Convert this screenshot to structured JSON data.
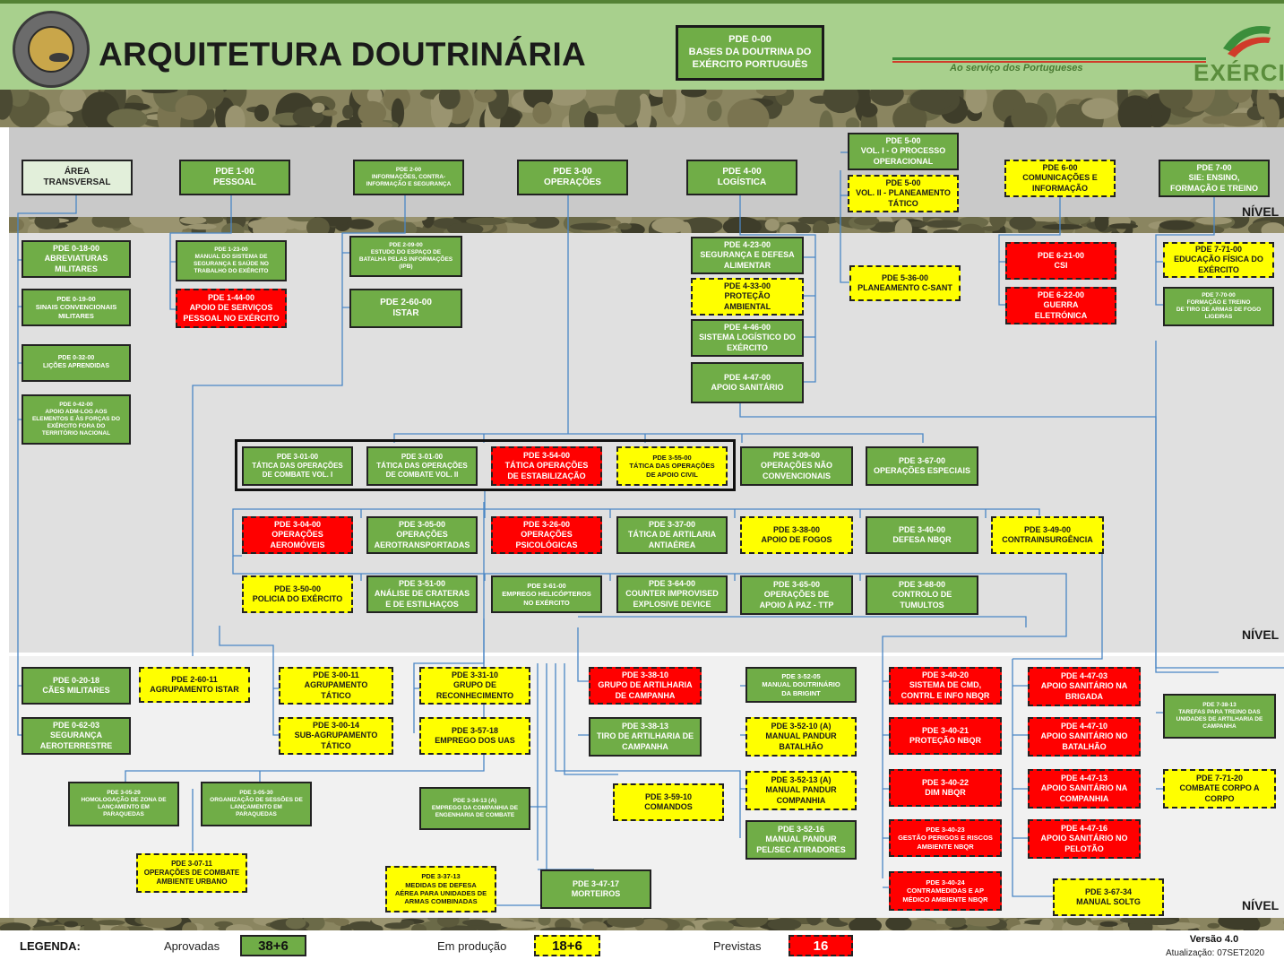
{
  "header": {
    "title": "ARQUITETURA DOUTRINÁRIA",
    "main_pde": "PDE 0-00\nBASES DA DOUTRINA DO\nEXÉRCITO PORTUGUÊS",
    "tagline": "Ao serviço dos Portugueses",
    "brand": "EXÉRCITO",
    "emblem_icon": "army-doctrine-emblem"
  },
  "levels": [
    "NÍVEL",
    "NÍVEL",
    "NÍVEL"
  ],
  "colors": {
    "approved": "#70ad47",
    "in_production": "#ffff00",
    "planned": "#ff0000"
  },
  "nodes": {
    "area": "ÁREA\nTRANSVERSAL",
    "p100": "PDE 1-00\nPESSOAL",
    "p200": "PDE 2-00\nINFORMAÇÕES, CONTRA-\nINFORMAÇÃO E SEGURANÇA",
    "p300": "PDE 3-00\nOPERAÇÕES",
    "p400": "PDE 4-00\nLOGÍSTICA",
    "p500a": "PDE 5-00\nVol. I - O PROCESSO\nOPERACIONAL",
    "p500b": "PDE 5-00\nVol. II - PLANEAMENTO\nTÁTICO",
    "p600": "PDE 6-00\nCOMUNICAÇÕES E\nINFORMAÇÃO",
    "p700": "PDE 7-00\nSIE: ENSINO,\nFORMAÇÃO E TREINO",
    "p01800": "PDE 0-18-00\nABREVIATURAS\nMILITARES",
    "p01900": "PDE 0-19-00\nSINAIS CONVENCIONAIS\nMILITARES",
    "p03200": "PDE 0-32-00\nLIÇÕES APRENDIDAS",
    "p04200": "PDE 0-42-00\nAPOIO ADM-LOG AOS\nELEMENTOS E ÀS FORÇAS DO\nEXÉRCITO FORA DO\nTERRITÓRIO NACIONAL",
    "p12300": "PDE 1-23-00\nMANUAL DO SISTEMA DE\nSEGURANÇA E SAÚDE NO\nTRABALHO DO EXÉRCITO",
    "p14400": "PDE 1-44-00\nAPOIO DE SERVIÇOS\nPESSOAL NO EXÉRCITO",
    "p20900": "PDE 2-09-00\nESTUDO DO ESPAÇO DE\nBATALHA PELAS INFORMAÇÕES\n(IPB)",
    "p26000": "PDE 2-60-00\nISTAR",
    "p42300": "PDE 4-23-00\nSEGURANÇA E DEFESA\nALIMENTAR",
    "p43300": "PDE 4-33-00\nPROTEÇÃO\nAMBIENTAL",
    "p44600": "PDE 4-46-00\nSISTEMA LOGÍSTICO DO\nEXÉRCITO",
    "p44700": "PDE 4-47-00\nAPOIO SANITÁRIO",
    "p53600": "PDE 5-36-00\nPLANEAMENTO C-SANT",
    "p62100": "PDE 6-21-00\nCSI",
    "p62200": "PDE 6-22-00\nGUERRA\nELETRÓNICA",
    "p77100": "PDE 7-71-00\nEDUCAÇÃO FÍSICA DO\nEXÉRCITO",
    "p77000": "PDE 7-70-00\nFORMAÇÃO E TREINO\nDE TIRO DE ARMAS DE FOGO\nLIGEIRAS",
    "p30100a": "PDE 3-01-00\nTÁTICA DAS OPERAÇÕES\nDE COMBATE Vol. I",
    "p30100b": "PDE 3-01-00\nTÁTICA DAS OPERAÇÕES\nDE COMBATE Vol. II",
    "p35400": "PDE 3-54-00\nTÁTICA OPERAÇÕES\nDE ESTABILIZAÇÃO",
    "p35500": "PDE 3-55-00\nTÁTICA DAS OPERAÇÕES\nDE APOIO CIVIL",
    "p30900": "PDE 3-09-00\nOPERAÇÕES NÃO\nCONVENCIONAIS",
    "p36700": "PDE 3-67-00\nOPERAÇÕES ESPECIAIS",
    "p30400": "PDE 3-04-00\nOPERAÇÕES\nAEROMÓVEIS",
    "p30500": "PDE 3-05-00\nOPERAÇÕES\nAEROTRANSPORTADAS",
    "p32600": "PDE 3-26-00\nOPERAÇÕES\nPSICOLÓGICAS",
    "p33700": "PDE 3-37-00\nTÁTICA DE ARTILARIA\nANTIAÉREA",
    "p33800": "PDE 3-38-00\nAPOIO DE FOGOS",
    "p34000": "PDE 3-40-00\nDEFESA NBQR",
    "p34900": "PDE 3-49-00\nCONTRAINSURGÊNCIA",
    "p35000": "PDE 3-50-00\nPOLICIA DO EXÉRCITO",
    "p35100": "PDE 3-51-00\nANÁLISE DE CRATERAS\nE DE ESTILHAÇOS",
    "p36100": "PDE 3-61-00\nEMPREGO HELICÓPTEROS\nNO EXÉRCITO",
    "p36400": "PDE 3-64-00\nCOUNTER IMPROVISED\nEXPLOSIVE DEVICE",
    "p36500": "PDE 3-65-00\nOPERAÇÕES DE\nAPOIO À PAZ - TTP",
    "p36800": "PDE 3-68-00\nCONTROLO DE\nTUMULTOS",
    "p02018": "PDE 0-20-18\nCÃES MILITARES",
    "p06203": "PDE 0-62-03\nSEGURANÇA\nAEROTERRESTRE",
    "p26011": "PDE 2-60-11\nAGRUPAMENTO ISTAR",
    "p30011": "PDE 3-00-11\nAGRUPAMENTO\nTÁTICO",
    "p30014": "PDE 3-00-14\nSUB-AGRUPAMENTO\nTÁTICO",
    "p33110": "PDE 3-31-10\nGRUPO DE\nRECONHECIMENTO",
    "p35718": "PDE 3-57-18\nEMPREGO DOS UAS",
    "p33810": "PDE 3-38-10\nGRUPO DE ARTILHARIA\nDE CAMPANHA",
    "p33813": "PDE 3-38-13\nTIRO DE ARTILHARIA DE\nCAMPANHA",
    "p35205": "PDE 3-52-05\nMANUAL DOUTRINÁRIO\nDA BRIGINT",
    "p35210": "PDE 3-52-10 (A)\nMANUAL PANDUR\nBATALHÃO",
    "p35213": "PDE 3-52-13 (A)\nMANUAL PANDUR\nCOMPANHIA",
    "p35216": "PDE 3-52-16\nMANUAL PANDUR\nPEL/SEC ATIRADORES",
    "p35910": "PDE 3-59-10\nCOMANDOS",
    "p34020": "PDE 3-40-20\nSISTEMA DE CMD,\nCONTRL E INFO NBQR",
    "p34021": "PDE 3-40-21\nPROTEÇÃO NBQR",
    "p34022": "PDE 3-40-22\nDIM NBQR",
    "p34023": "PDE 3-40-23\nGESTÃO PERIGOS E RISCOS\nAMBIENTE NBQR",
    "p34024": "PDE 3-40-24\nCONTRAMEDIDAS E AP\nMÉDICO AMBIENTE NBQR",
    "p44703": "PDE 4-47-03\nAPOIO SANITÁRIO NA\nBRIGADA",
    "p44710": "PDE 4-47-10\nAPOIO SANITÁRIO NO\nBATALHÃO",
    "p44713": "PDE 4-47-13\nAPOIO SANITÁRIO NA\nCOMPANHIA",
    "p44716": "PDE 4-47-16\nAPOIO SANITÁRIO NO\nPELOTÃO",
    "p73813": "PDE 7-38-13\nTAREFAS PARA TREINO DAS\nUNIDADES DE ARTILHARIA DE\nCAMPANHA",
    "p77120": "PDE 7-71-20\nCOMBATE CORPO A\nCORPO",
    "p30529": "PDE 3-05-29\nHOMOLOGAÇÃO DE ZONA DE\nLANÇAMENTO EM\nPARAQUEDAS",
    "p30530": "PDE 3-05-30\nORGANIZAÇÃO DE SESSÕES DE\nLANÇAMENTO EM\nPARAQUEDAS",
    "p33413": "PDE 3-34-13 (A)\nEMPREGO DA COMPANHIA DE\nENGENHARIA DE COMBATE",
    "p30711": "PDE 3-07-11\nOPERAÇÕES  DE COMBATE\nAMBIENTE URBANO",
    "p33713": "PDE 3-37-13\nMEDIDAS DE DEFESA\nAÉREA PARA UNIDADES DE\nARMAS COMBINADAS",
    "p34717": "PDE 3-47-17\nMORTEIROS",
    "p36734": "PDE 3-67-34\nMANUAL SOLTG"
  },
  "legend": {
    "label": "LEGENDA:",
    "approved_label": "Aprovadas",
    "approved_count": "38+6",
    "production_label": "Em produção",
    "production_count": "18+6",
    "planned_label": "Previstas",
    "planned_count": "16"
  },
  "footer": {
    "version": "Versão 4.0",
    "updated": "Atualização: 07SET2020"
  }
}
